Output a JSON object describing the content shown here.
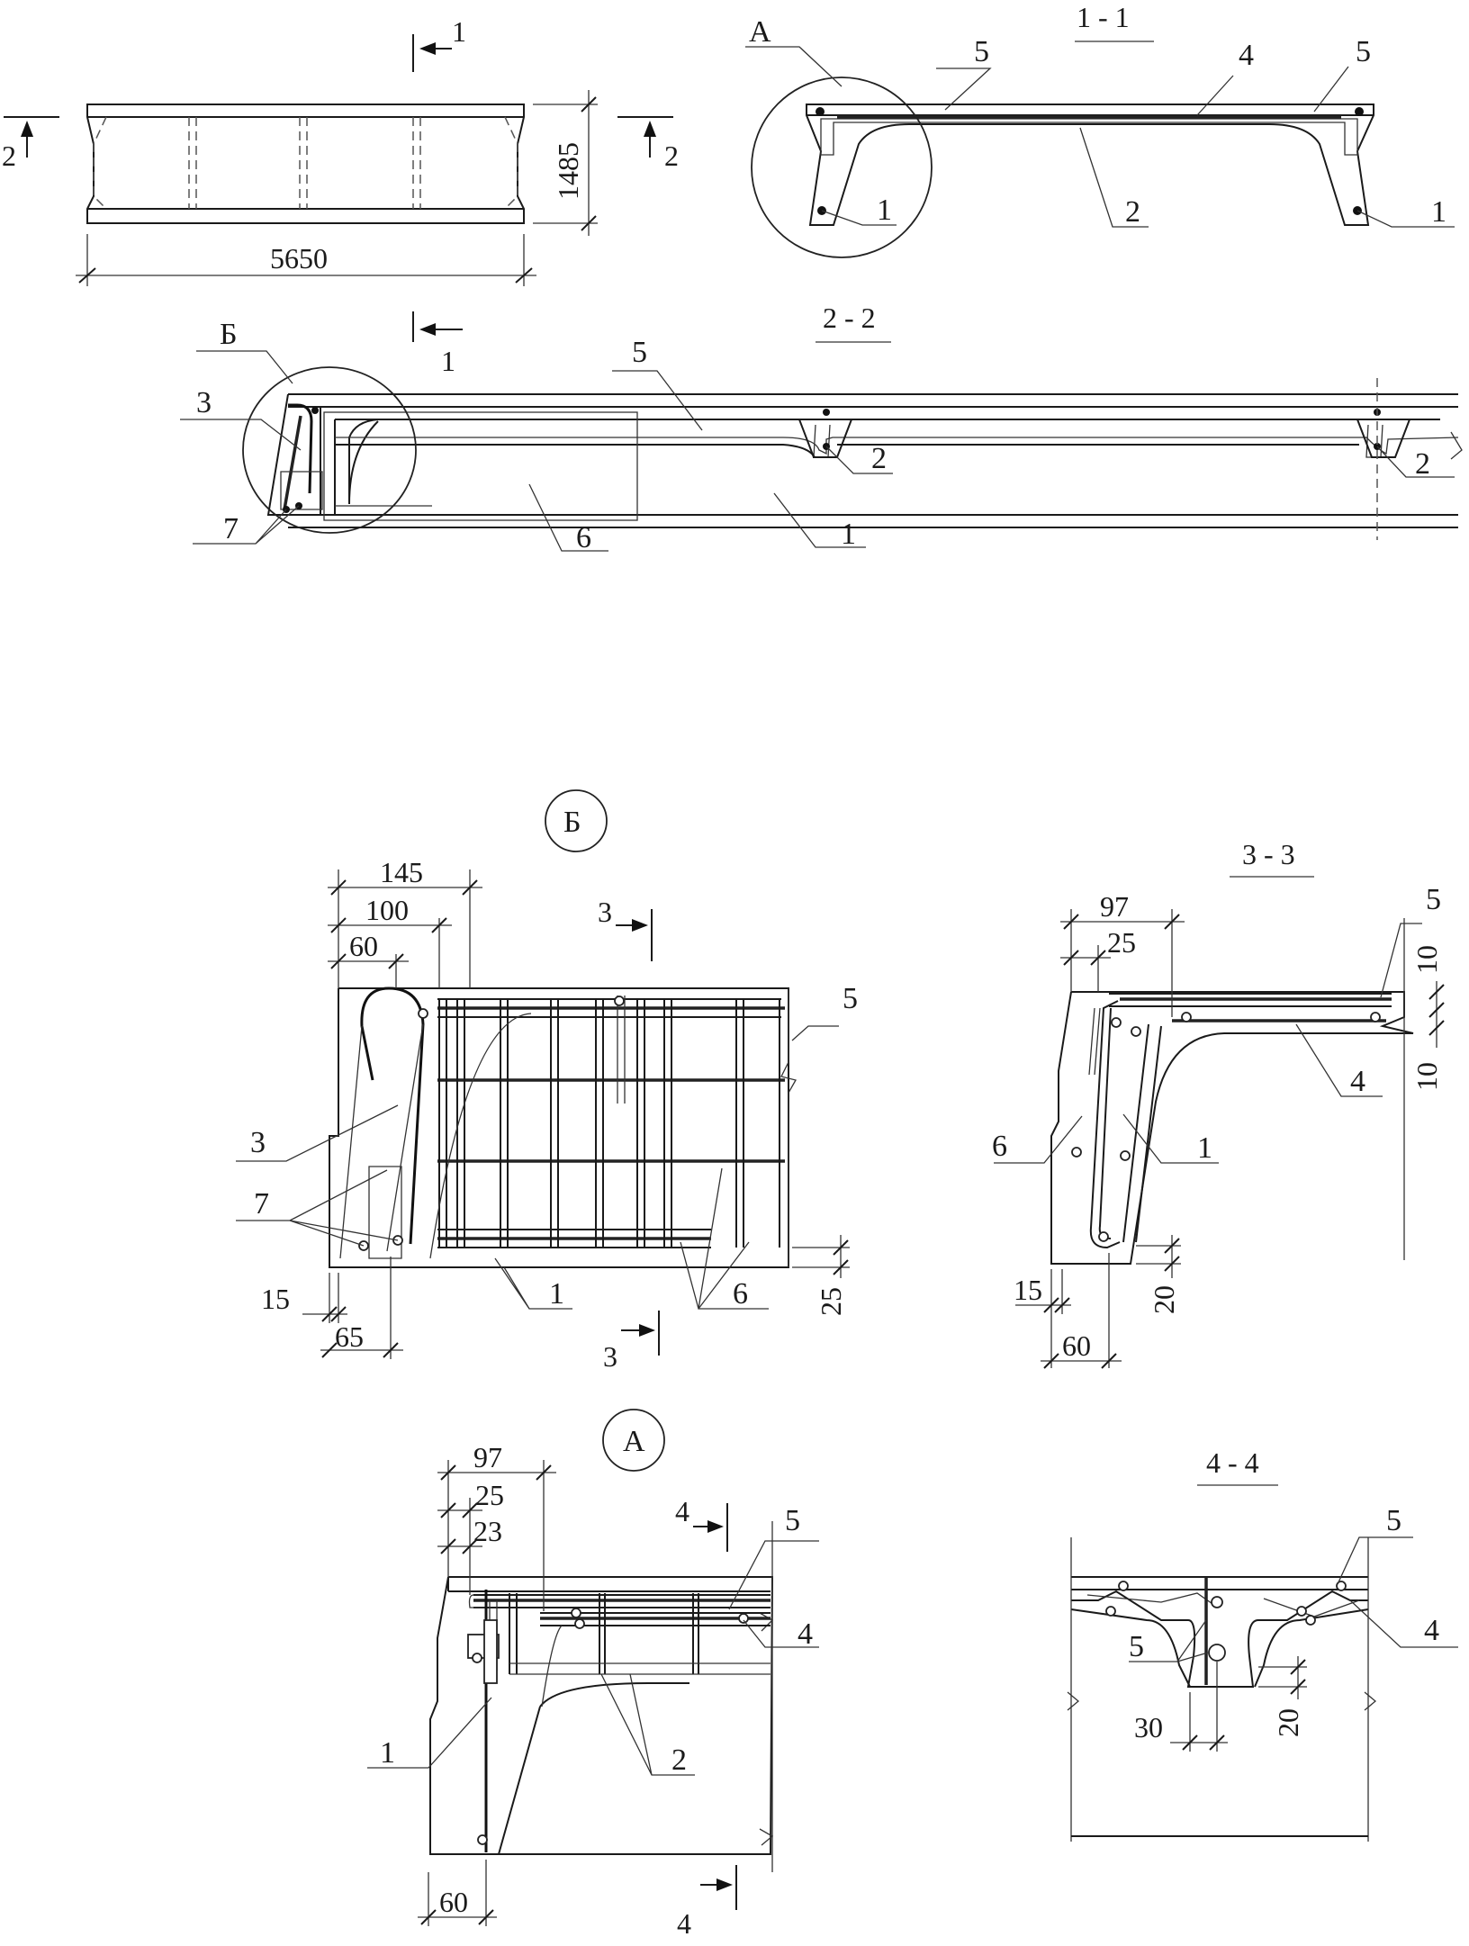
{
  "sheet": {
    "plan_view": {
      "length_dim": "5650",
      "height_dim": "1485",
      "cut_1_label": "1",
      "cut_2_label": "2"
    },
    "section_1_1": {
      "title": "1 - 1",
      "callout": "А",
      "labels": [
        "5",
        "4",
        "5",
        "1",
        "2",
        "1"
      ]
    },
    "section_2_2": {
      "title": "2 - 2",
      "callout": "Б",
      "labels": [
        "3",
        "7",
        "5",
        "6",
        "2",
        "1",
        "2"
      ]
    },
    "detail_B": {
      "title": "Б",
      "dims": [
        "145",
        "100",
        "60",
        "15",
        "65",
        "25"
      ],
      "labels": [
        "5",
        "3",
        "7",
        "1",
        "6"
      ],
      "cut_label": "3"
    },
    "section_3_3": {
      "title": "3 - 3",
      "dims": [
        "97",
        "25",
        "10",
        "10",
        "15",
        "60",
        "20"
      ],
      "labels": [
        "5",
        "4",
        "6",
        "1"
      ]
    },
    "detail_A": {
      "title": "А",
      "dims": [
        "97",
        "25",
        "23",
        "60"
      ],
      "labels": [
        "5",
        "4",
        "1",
        "2"
      ],
      "cut_label": "4"
    },
    "section_4_4": {
      "title": "4 - 4",
      "dims": [
        "30",
        "20"
      ],
      "labels": [
        "5",
        "4",
        "5"
      ]
    }
  }
}
